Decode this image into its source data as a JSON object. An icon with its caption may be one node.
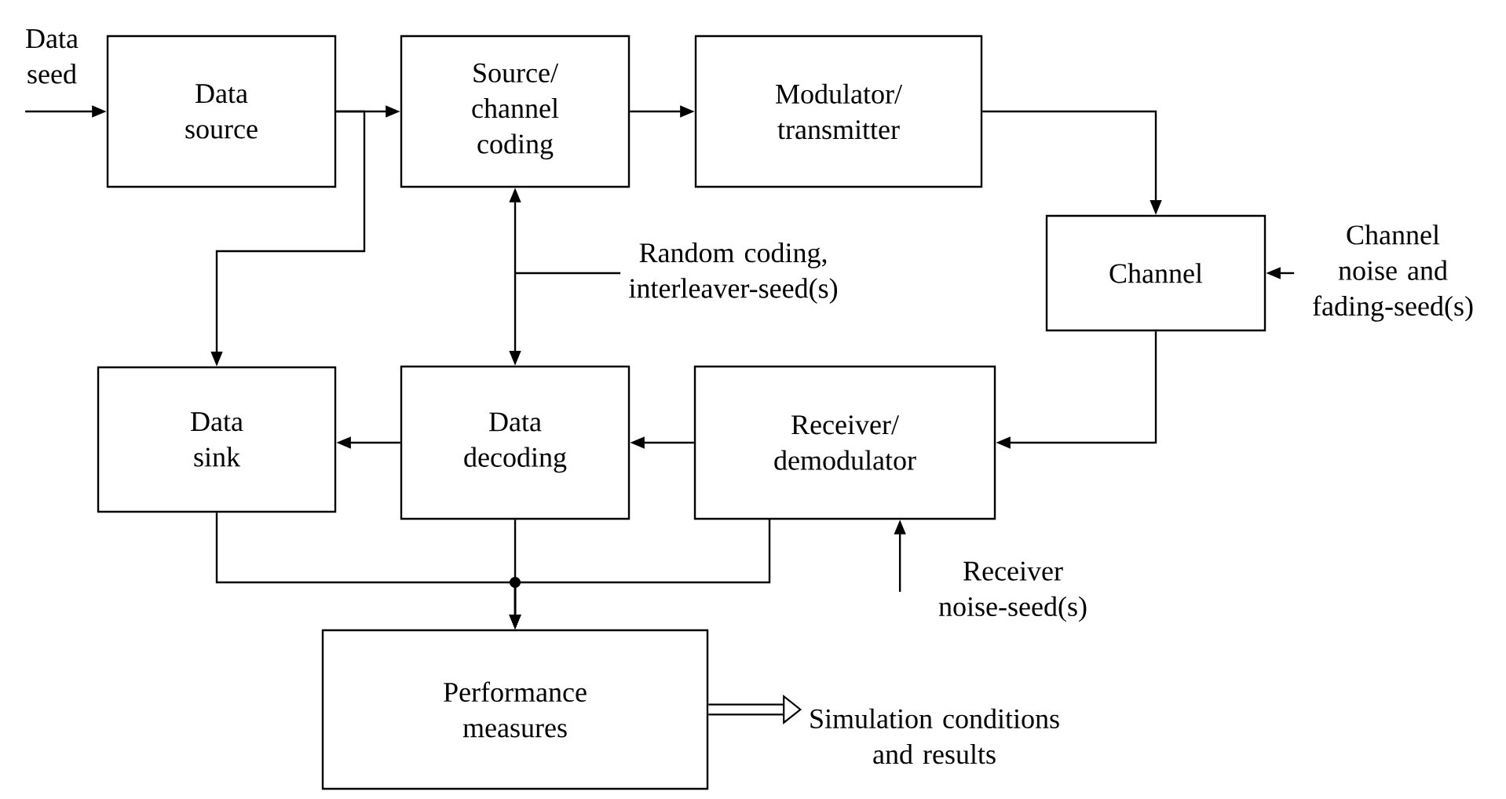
{
  "diagram": {
    "nodes": [
      {
        "text": [
          "Data seed"
        ]
      },
      {
        "text": [
          "Data source"
        ]
      },
      {
        "text": [
          "Source/ channel coding"
        ]
      },
      {
        "text": [
          "Modulator/ transmitter"
        ]
      },
      {
        "text": [
          "Channel"
        ]
      },
      {
        "text": [
          "Channel noise and fading-seed(s)"
        ]
      },
      {
        "text": [
          "Data sink"
        ]
      },
      {
        "text": [
          "Data decoding"
        ]
      },
      {
        "text": [
          "Receiver/ demodulator"
        ]
      },
      {
        "text": [
          "Random coding, interleaver-seed(s)"
        ]
      },
      {
        "text": [
          "Receiver noise-seed(s)"
        ]
      },
      {
        "text": [
          "Performance measures"
        ]
      },
      {
        "text": [
          "Simulation conditions and results"
        ]
      }
    ],
    "edges": [
      {
        "from": 0,
        "to": 1,
        "arrow": "to"
      },
      {
        "from": 1,
        "to": 2,
        "arrow": "to"
      },
      {
        "from": 1,
        "to": 6,
        "arrow": "to"
      },
      {
        "from": 2,
        "to": 3,
        "arrow": "to"
      },
      {
        "from": 3,
        "to": 4,
        "arrow": "to"
      },
      {
        "from": 5,
        "to": 4,
        "arrow": "to"
      },
      {
        "from": 4,
        "to": 8,
        "arrow": "to"
      },
      {
        "from": 8,
        "to": 7,
        "arrow": "to"
      },
      {
        "from": 7,
        "to": 6,
        "arrow": "to"
      },
      {
        "from": 2,
        "to": 7,
        "arrow": "both"
      },
      {
        "from": 9,
        "to": null,
        "arrow": "none"
      },
      {
        "from": 10,
        "to": 8,
        "arrow": "to"
      },
      {
        "from": 6,
        "to": 11,
        "arrow": "to"
      },
      {
        "from": 7,
        "to": 11,
        "arrow": "to"
      },
      {
        "from": 8,
        "to": 11,
        "arrow": "to"
      },
      {
        "from": 11,
        "to": 12,
        "arrow": "to",
        "style": "thick"
      }
    ]
  }
}
